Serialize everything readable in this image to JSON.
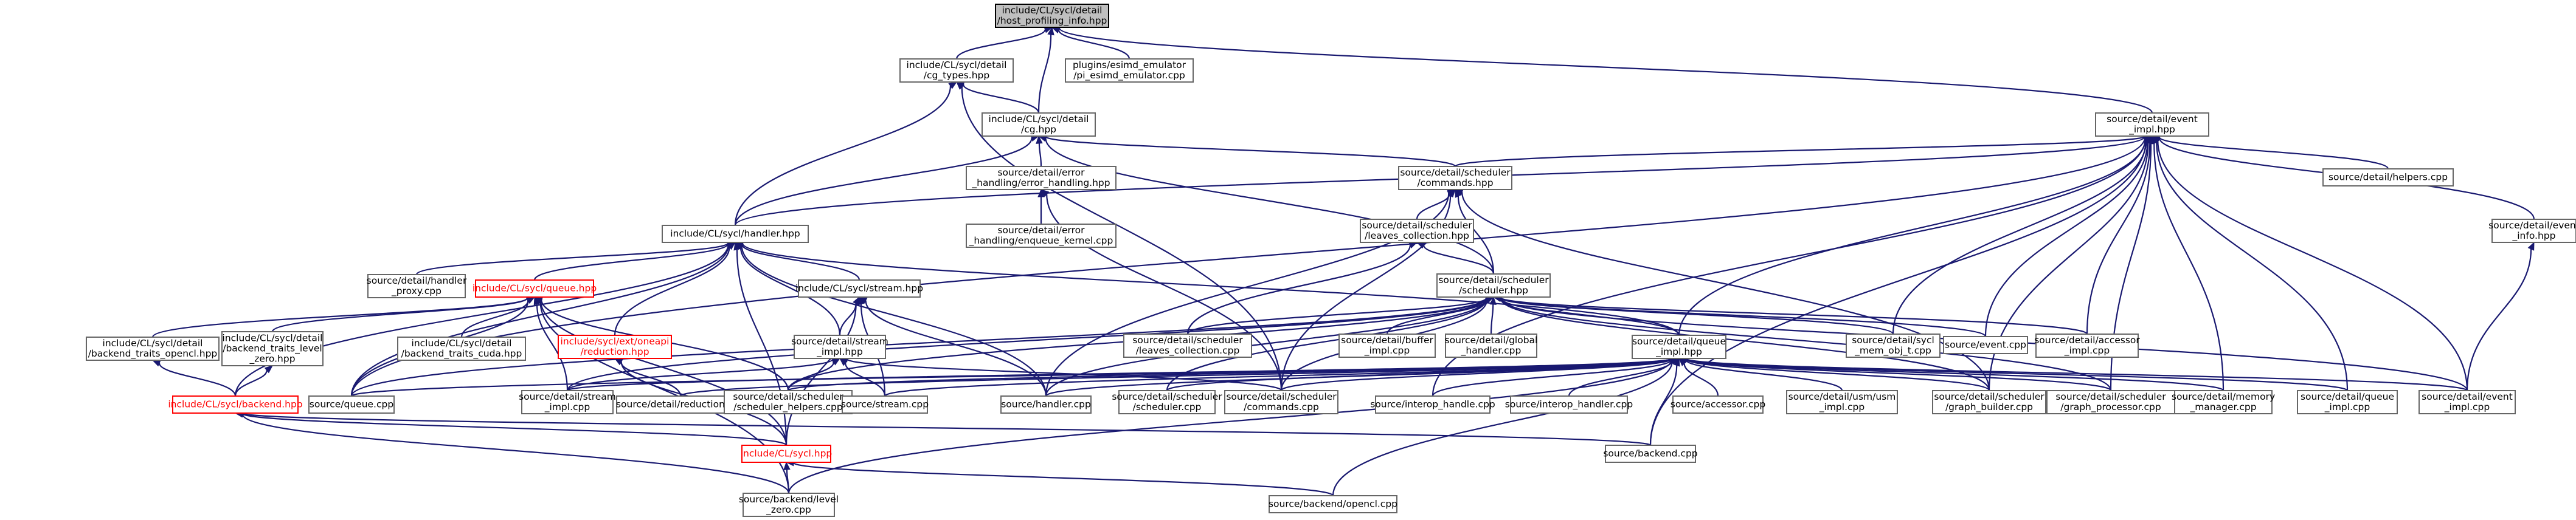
{
  "graph": {
    "root": "root",
    "nodes": [
      {
        "id": "root",
        "lines": [
          "include/CL/sycl/detail",
          "/host_profiling_info.hpp"
        ],
        "style": "root"
      },
      {
        "id": "cg_types",
        "lines": [
          "include/CL/sycl/detail",
          "/cg_types.hpp"
        ],
        "style": "normal"
      },
      {
        "id": "pi_esimd",
        "lines": [
          "plugins/esimd_emulator",
          "/pi_esimd_emulator.cpp"
        ],
        "style": "normal"
      },
      {
        "id": "cg",
        "lines": [
          "include/CL/sycl/detail",
          "/cg.hpp"
        ],
        "style": "normal"
      },
      {
        "id": "event_impl_hpp",
        "lines": [
          "source/detail/event",
          "_impl.hpp"
        ],
        "style": "normal"
      },
      {
        "id": "error_handling_hpp",
        "lines": [
          "source/detail/error",
          "_handling/error_handling.hpp"
        ],
        "style": "normal"
      },
      {
        "id": "commands_hpp",
        "lines": [
          "source/detail/scheduler",
          "/commands.hpp"
        ],
        "style": "normal"
      },
      {
        "id": "helpers_cpp",
        "lines": [
          "source/detail/helpers.cpp"
        ],
        "style": "normal"
      },
      {
        "id": "event_info_hpp",
        "lines": [
          "source/detail/event",
          "_info.hpp"
        ],
        "style": "normal"
      },
      {
        "id": "enqueue_kernel_cpp",
        "lines": [
          "source/detail/error",
          "_handling/enqueue_kernel.cpp"
        ],
        "style": "normal"
      },
      {
        "id": "leaves_hpp",
        "lines": [
          "source/detail/scheduler",
          "/leaves_collection.hpp"
        ],
        "style": "normal"
      },
      {
        "id": "handler_hpp",
        "lines": [
          "include/CL/sycl/handler.hpp"
        ],
        "style": "normal"
      },
      {
        "id": "scheduler_hpp",
        "lines": [
          "source/detail/scheduler",
          "/scheduler.hpp"
        ],
        "style": "normal"
      },
      {
        "id": "handler_proxy",
        "lines": [
          "source/detail/handler",
          "_proxy.cpp"
        ],
        "style": "normal"
      },
      {
        "id": "queue_hpp",
        "lines": [
          "include/CL/sycl/queue.hpp"
        ],
        "style": "red"
      },
      {
        "id": "stream_hpp",
        "lines": [
          "include/CL/sycl/stream.hpp"
        ],
        "style": "normal"
      },
      {
        "id": "leaves_cpp",
        "lines": [
          "source/detail/scheduler",
          "/leaves_collection.cpp"
        ],
        "style": "normal"
      },
      {
        "id": "buffer_impl",
        "lines": [
          "source/detail/buffer",
          "_impl.cpp"
        ],
        "style": "normal"
      },
      {
        "id": "global_handler",
        "lines": [
          "source/detail/global",
          "_handler.cpp"
        ],
        "style": "normal"
      },
      {
        "id": "mem_obj",
        "lines": [
          "source/detail/sycl",
          "_mem_obj_t.cpp"
        ],
        "style": "normal"
      },
      {
        "id": "event_cpp",
        "lines": [
          "source/event.cpp"
        ],
        "style": "normal"
      },
      {
        "id": "accessor_impl",
        "lines": [
          "source/detail/accessor",
          "_impl.cpp"
        ],
        "style": "normal"
      },
      {
        "id": "bt_opencl",
        "lines": [
          "include/CL/sycl/detail",
          "/backend_traits_opencl.hpp"
        ],
        "style": "normal"
      },
      {
        "id": "bt_l0",
        "lines": [
          "include/CL/sycl/detail",
          "/backend_traits_level",
          "_zero.hpp"
        ],
        "style": "normal"
      },
      {
        "id": "bt_cuda",
        "lines": [
          "include/CL/sycl/detail",
          "/backend_traits_cuda.hpp"
        ],
        "style": "normal"
      },
      {
        "id": "reduction_hpp",
        "lines": [
          "include/sycl/ext/oneapi",
          "/reduction.hpp"
        ],
        "style": "red"
      },
      {
        "id": "stream_impl_hpp",
        "lines": [
          "source/detail/stream",
          "_impl.hpp"
        ],
        "style": "normal"
      },
      {
        "id": "queue_impl_hpp",
        "lines": [
          "source/detail/queue",
          "_impl.hpp"
        ],
        "style": "normal"
      },
      {
        "id": "backend_hpp",
        "lines": [
          "include/CL/sycl/backend.hpp"
        ],
        "style": "red"
      },
      {
        "id": "queue_cpp",
        "lines": [
          "source/queue.cpp"
        ],
        "style": "normal"
      },
      {
        "id": "stream_impl_cpp",
        "lines": [
          "source/detail/stream",
          "_impl.cpp"
        ],
        "style": "normal"
      },
      {
        "id": "reduction_cpp",
        "lines": [
          "source/detail/reduction.cpp"
        ],
        "style": "normal"
      },
      {
        "id": "sched_helpers",
        "lines": [
          "source/detail/scheduler",
          "/scheduler_helpers.cpp"
        ],
        "style": "normal"
      },
      {
        "id": "stream_cpp",
        "lines": [
          "source/stream.cpp"
        ],
        "style": "normal"
      },
      {
        "id": "handler_cpp",
        "lines": [
          "source/handler.cpp"
        ],
        "style": "normal"
      },
      {
        "id": "scheduler_cpp",
        "lines": [
          "source/detail/scheduler",
          "/scheduler.cpp"
        ],
        "style": "normal"
      },
      {
        "id": "commands_cpp",
        "lines": [
          "source/detail/scheduler",
          "/commands.cpp"
        ],
        "style": "normal"
      },
      {
        "id": "interop_handle",
        "lines": [
          "source/interop_handle.cpp"
        ],
        "style": "normal"
      },
      {
        "id": "interop_handler",
        "lines": [
          "source/interop_handler.cpp"
        ],
        "style": "normal"
      },
      {
        "id": "accessor_cpp",
        "lines": [
          "source/accessor.cpp"
        ],
        "style": "normal"
      },
      {
        "id": "usm_impl",
        "lines": [
          "source/detail/usm/usm",
          "_impl.cpp"
        ],
        "style": "normal"
      },
      {
        "id": "graph_builder",
        "lines": [
          "source/detail/scheduler",
          "/graph_builder.cpp"
        ],
        "style": "normal"
      },
      {
        "id": "graph_processor",
        "lines": [
          "source/detail/scheduler",
          "/graph_processor.cpp"
        ],
        "style": "normal"
      },
      {
        "id": "memory_manager",
        "lines": [
          "source/detail/memory",
          "_manager.cpp"
        ],
        "style": "normal"
      },
      {
        "id": "queue_impl_cpp",
        "lines": [
          "source/detail/queue",
          "_impl.cpp"
        ],
        "style": "normal"
      },
      {
        "id": "event_impl_cpp",
        "lines": [
          "source/detail/event",
          "_impl.cpp"
        ],
        "style": "normal"
      },
      {
        "id": "sycl_hpp",
        "lines": [
          "include/CL/sycl.hpp"
        ],
        "style": "red"
      },
      {
        "id": "backend_cpp",
        "lines": [
          "source/backend.cpp"
        ],
        "style": "normal"
      },
      {
        "id": "level_zero_cpp",
        "lines": [
          "source/backend/level",
          "_zero.cpp"
        ],
        "style": "normal"
      },
      {
        "id": "opencl_cpp",
        "lines": [
          "source/backend/opencl.cpp"
        ],
        "style": "normal"
      }
    ],
    "edges": [
      [
        "cg_types",
        "root"
      ],
      [
        "pi_esimd",
        "root"
      ],
      [
        "cg",
        "root"
      ],
      [
        "event_impl_hpp",
        "root"
      ],
      [
        "cg",
        "cg_types"
      ],
      [
        "handler_hpp",
        "cg_types"
      ],
      [
        "commands_cpp",
        "cg_types"
      ],
      [
        "error_handling_hpp",
        "cg"
      ],
      [
        "handler_hpp",
        "cg"
      ],
      [
        "commands_hpp",
        "cg"
      ],
      [
        "scheduler_hpp",
        "cg"
      ],
      [
        "enqueue_kernel_cpp",
        "error_handling_hpp"
      ],
      [
        "commands_cpp",
        "error_handling_hpp"
      ],
      [
        "leaves_hpp",
        "commands_hpp"
      ],
      [
        "scheduler_hpp",
        "commands_hpp"
      ],
      [
        "handler_cpp",
        "commands_hpp"
      ],
      [
        "commands_cpp",
        "commands_hpp"
      ],
      [
        "graph_builder",
        "commands_hpp"
      ],
      [
        "scheduler_hpp",
        "leaves_hpp"
      ],
      [
        "leaves_cpp",
        "leaves_hpp"
      ],
      [
        "commands_hpp",
        "event_impl_hpp"
      ],
      [
        "helpers_cpp",
        "event_impl_hpp"
      ],
      [
        "event_info_hpp",
        "event_impl_hpp"
      ],
      [
        "event_impl_cpp",
        "event_impl_hpp"
      ],
      [
        "mem_obj",
        "event_impl_hpp"
      ],
      [
        "event_cpp",
        "event_impl_hpp"
      ],
      [
        "accessor_impl",
        "event_impl_hpp"
      ],
      [
        "queue_impl_hpp",
        "event_impl_hpp"
      ],
      [
        "memory_manager",
        "event_impl_hpp"
      ],
      [
        "queue_impl_cpp",
        "event_impl_hpp"
      ],
      [
        "graph_builder",
        "event_impl_hpp"
      ],
      [
        "graph_processor",
        "event_impl_hpp"
      ],
      [
        "handler_hpp",
        "event_impl_hpp"
      ],
      [
        "backend_cpp",
        "event_impl_hpp"
      ],
      [
        "queue_cpp",
        "event_impl_hpp"
      ],
      [
        "interop_handle",
        "event_impl_hpp"
      ],
      [
        "event_impl_cpp",
        "event_info_hpp"
      ],
      [
        "handler_proxy",
        "handler_hpp"
      ],
      [
        "queue_hpp",
        "handler_hpp"
      ],
      [
        "stream_hpp",
        "handler_hpp"
      ],
      [
        "reduction_hpp",
        "handler_hpp"
      ],
      [
        "stream_impl_hpp",
        "handler_hpp"
      ],
      [
        "handler_cpp",
        "handler_hpp"
      ],
      [
        "queue_cpp",
        "handler_hpp"
      ],
      [
        "sycl_hpp",
        "handler_hpp"
      ],
      [
        "queue_impl_hpp",
        "handler_hpp"
      ],
      [
        "backend_hpp",
        "handler_hpp"
      ],
      [
        "bt_opencl",
        "queue_hpp"
      ],
      [
        "bt_l0",
        "queue_hpp"
      ],
      [
        "bt_cuda",
        "queue_hpp"
      ],
      [
        "queue_cpp",
        "queue_hpp"
      ],
      [
        "sched_helpers",
        "queue_hpp"
      ],
      [
        "stream_impl_cpp",
        "queue_hpp"
      ],
      [
        "sycl_hpp",
        "queue_hpp"
      ],
      [
        "level_zero_cpp",
        "queue_hpp"
      ],
      [
        "backend_hpp",
        "bt_opencl"
      ],
      [
        "backend_hpp",
        "bt_l0"
      ],
      [
        "stream_impl_hpp",
        "stream_hpp"
      ],
      [
        "stream_cpp",
        "stream_hpp"
      ],
      [
        "handler_cpp",
        "stream_hpp"
      ],
      [
        "sycl_hpp",
        "stream_hpp"
      ],
      [
        "reduction_cpp",
        "reduction_hpp"
      ],
      [
        "sycl_hpp",
        "reduction_hpp"
      ],
      [
        "stream_impl_cpp",
        "stream_impl_hpp"
      ],
      [
        "stream_cpp",
        "stream_impl_hpp"
      ],
      [
        "sched_helpers",
        "stream_impl_hpp"
      ],
      [
        "commands_cpp",
        "stream_impl_hpp"
      ],
      [
        "leaves_cpp",
        "scheduler_hpp"
      ],
      [
        "buffer_impl",
        "scheduler_hpp"
      ],
      [
        "global_handler",
        "scheduler_hpp"
      ],
      [
        "mem_obj",
        "scheduler_hpp"
      ],
      [
        "event_cpp",
        "scheduler_hpp"
      ],
      [
        "accessor_impl",
        "scheduler_hpp"
      ],
      [
        "queue_impl_hpp",
        "scheduler_hpp"
      ],
      [
        "stream_impl_cpp",
        "scheduler_hpp"
      ],
      [
        "sched_helpers",
        "scheduler_hpp"
      ],
      [
        "handler_cpp",
        "scheduler_hpp"
      ],
      [
        "scheduler_cpp",
        "scheduler_hpp"
      ],
      [
        "commands_cpp",
        "scheduler_hpp"
      ],
      [
        "graph_builder",
        "scheduler_hpp"
      ],
      [
        "graph_processor",
        "scheduler_hpp"
      ],
      [
        "event_impl_cpp",
        "scheduler_hpp"
      ],
      [
        "queue_cpp",
        "scheduler_hpp"
      ],
      [
        "queue_cpp",
        "queue_impl_hpp"
      ],
      [
        "stream_impl_cpp",
        "queue_impl_hpp"
      ],
      [
        "reduction_cpp",
        "queue_impl_hpp"
      ],
      [
        "sched_helpers",
        "queue_impl_hpp"
      ],
      [
        "stream_cpp",
        "queue_impl_hpp"
      ],
      [
        "handler_cpp",
        "queue_impl_hpp"
      ],
      [
        "scheduler_cpp",
        "queue_impl_hpp"
      ],
      [
        "commands_cpp",
        "queue_impl_hpp"
      ],
      [
        "interop_handle",
        "queue_impl_hpp"
      ],
      [
        "interop_handler",
        "queue_impl_hpp"
      ],
      [
        "accessor_cpp",
        "queue_impl_hpp"
      ],
      [
        "usm_impl",
        "queue_impl_hpp"
      ],
      [
        "graph_builder",
        "queue_impl_hpp"
      ],
      [
        "graph_processor",
        "queue_impl_hpp"
      ],
      [
        "memory_manager",
        "queue_impl_hpp"
      ],
      [
        "queue_impl_cpp",
        "queue_impl_hpp"
      ],
      [
        "event_impl_cpp",
        "queue_impl_hpp"
      ],
      [
        "level_zero_cpp",
        "queue_impl_hpp"
      ],
      [
        "opencl_cpp",
        "queue_impl_hpp"
      ],
      [
        "backend_cpp",
        "queue_impl_hpp"
      ],
      [
        "sycl_hpp",
        "backend_hpp"
      ],
      [
        "backend_cpp",
        "backend_hpp"
      ],
      [
        "level_zero_cpp",
        "backend_hpp"
      ],
      [
        "level_zero_cpp",
        "sycl_hpp"
      ],
      [
        "opencl_cpp",
        "sycl_hpp"
      ]
    ]
  },
  "colors": {
    "edge": "#191970",
    "border": "#666666",
    "root_fill": "#bfbfbf",
    "highlight": "#ff0000"
  }
}
